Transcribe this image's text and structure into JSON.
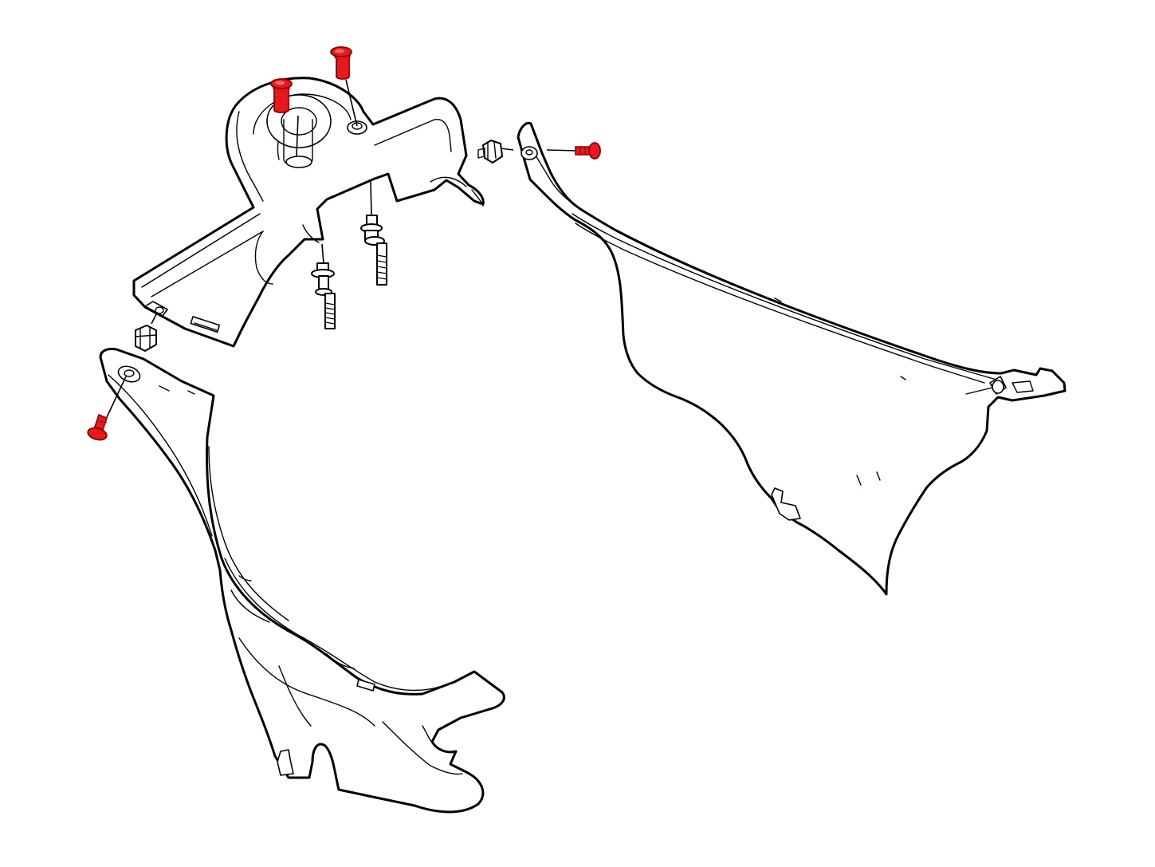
{
  "diagram": {
    "colors": {
      "background": "#ffffff",
      "line": "#000000",
      "highlighted_fastener": "#e8191c",
      "highlighted_fastener_outline": "#8a0000"
    },
    "parts": [
      {
        "id": "upper-steering-column-shroud"
      },
      {
        "id": "left-lower-trim-panel"
      },
      {
        "id": "right-trim-panel"
      }
    ],
    "fasteners": [
      {
        "id": "shroud-top-screw-a",
        "highlighted": true
      },
      {
        "id": "shroud-top-screw-b",
        "highlighted": true
      },
      {
        "id": "right-panel-screw",
        "highlighted": true
      },
      {
        "id": "left-panel-screw",
        "highlighted": true
      },
      {
        "id": "shroud-stud-bolt-a",
        "highlighted": false
      },
      {
        "id": "shroud-stud-bolt-b",
        "highlighted": false
      },
      {
        "id": "right-clip-nut",
        "highlighted": false
      },
      {
        "id": "left-clip-nut",
        "highlighted": false
      }
    ]
  }
}
